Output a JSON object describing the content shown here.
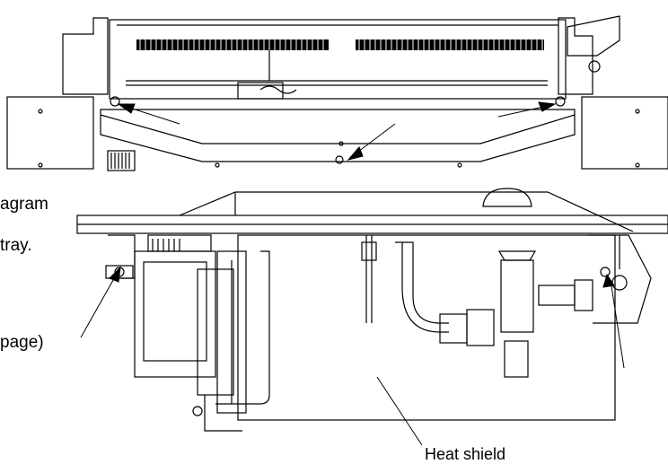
{
  "text_fragments": [
    "agram",
    "tray.",
    "page)"
  ],
  "callout": {
    "label": "Heat shield"
  },
  "colors": {
    "line": "#000000",
    "background": "#ffffff"
  }
}
